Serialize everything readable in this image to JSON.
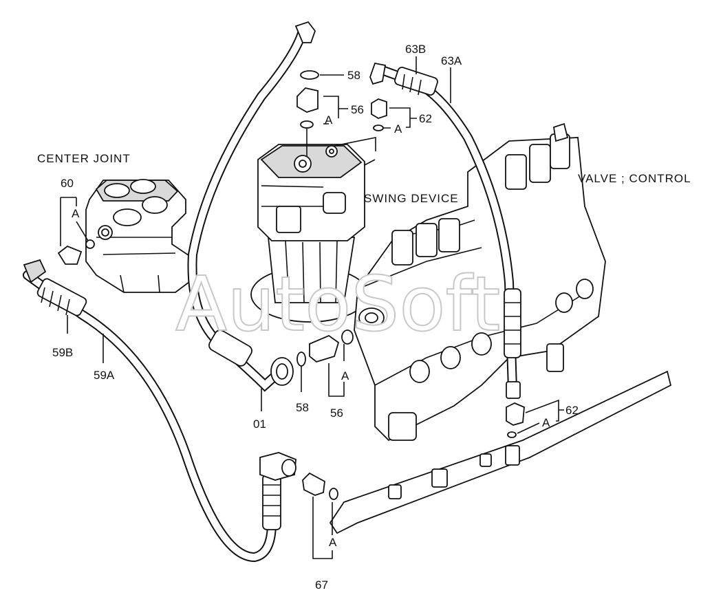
{
  "labels": {
    "center_joint": "CENTER JOINT",
    "swing_device": "SWING DEVICE",
    "valve_control": "VALVE ; CONTROL"
  },
  "watermark": "AutoSoft",
  "callouts": {
    "p58_top": "58",
    "p56_top": "56",
    "pA_56_top": "A",
    "p62_top": "62",
    "pA_62_top": "A",
    "p63B": "63B",
    "p63A": "63A",
    "p60": "60",
    "pA_60": "A",
    "p59B": "59B",
    "p59A": "59A",
    "p01": "01",
    "p58_bottom": "58",
    "p56_bottom": "56",
    "pA_56_bottom": "A",
    "p62_bottom": "62",
    "pA_62_bottom": "A",
    "p67": "67",
    "pA_67": "A"
  }
}
